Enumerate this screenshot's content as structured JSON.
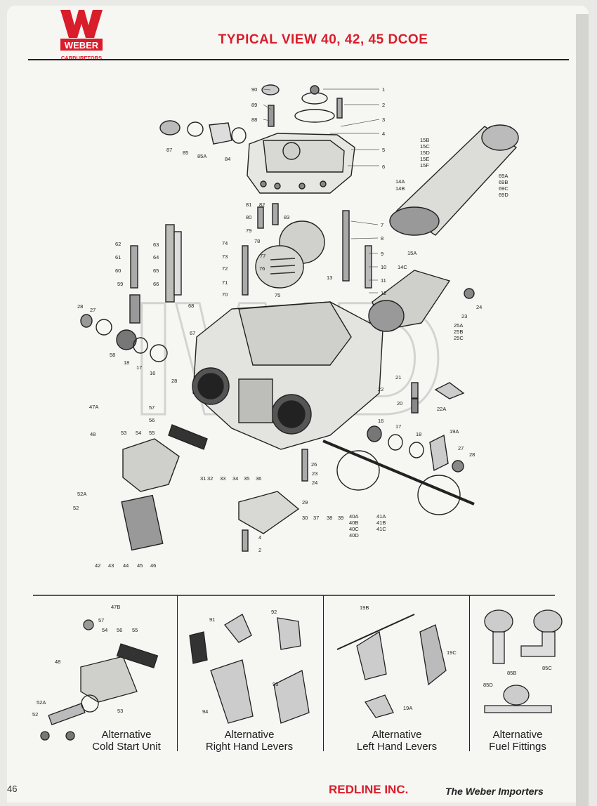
{
  "header": {
    "brand": "WEBER",
    "brand_sub": "CARBURETORS",
    "title": "TYPICAL VIEW 40, 42, 45 DCOE"
  },
  "watermark": "IWD",
  "part_labels": [
    "1",
    "2",
    "3",
    "4",
    "5",
    "6",
    "7",
    "8",
    "9",
    "10",
    "11",
    "12",
    "13",
    "14A",
    "14B",
    "14C",
    "15A",
    "15B",
    "15C",
    "15D",
    "15E",
    "15F",
    "16",
    "17",
    "18",
    "19A",
    "20",
    "21",
    "22",
    "22A",
    "23",
    "24",
    "25A",
    "25B",
    "25C",
    "26",
    "27",
    "28",
    "29",
    "30",
    "31",
    "32",
    "33",
    "34",
    "35",
    "36",
    "37",
    "38",
    "39",
    "40A",
    "40B",
    "40C",
    "40D",
    "41A",
    "41B",
    "41C",
    "42",
    "43",
    "44",
    "45",
    "46",
    "47A",
    "48",
    "52",
    "52A",
    "53",
    "54",
    "55",
    "56",
    "57",
    "58",
    "59",
    "60",
    "61",
    "62",
    "63",
    "64",
    "65",
    "66",
    "67",
    "68",
    "69A",
    "69B",
    "69C",
    "69D",
    "70",
    "71",
    "72",
    "73",
    "74",
    "75",
    "76",
    "77",
    "78",
    "79",
    "80",
    "81",
    "82",
    "83",
    "84",
    "85",
    "85A",
    "87",
    "88",
    "89",
    "90"
  ],
  "insets": [
    {
      "caption_line1": "Alternative",
      "caption_line2": "Cold Start Unit",
      "labels": [
        "47B",
        "57",
        "54",
        "56",
        "55",
        "48",
        "52A",
        "52",
        "53"
      ]
    },
    {
      "caption_line1": "Alternative",
      "caption_line2": "Right Hand Levers",
      "labels": [
        "91",
        "92",
        "94",
        "93"
      ]
    },
    {
      "caption_line1": "Alternative",
      "caption_line2": "Left Hand Levers",
      "labels": [
        "19B",
        "19C",
        "19A"
      ]
    },
    {
      "caption_line1": "Alternative",
      "caption_line2": "Fuel Fittings",
      "labels": [
        "85B",
        "85C",
        "85D"
      ]
    }
  ],
  "footer": {
    "page_number": "46",
    "company": "REDLINE INC.",
    "tagline": "The Weber Importers"
  }
}
